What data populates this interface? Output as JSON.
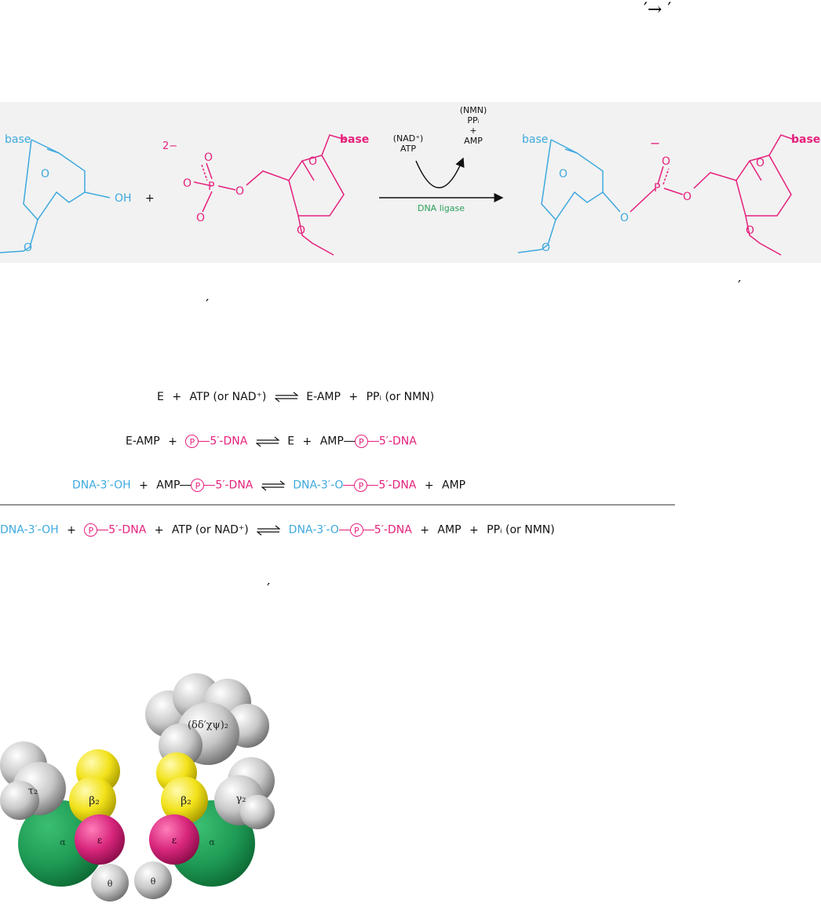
{
  "header": {
    "arrow_text": "′→ ′"
  },
  "figure1": {
    "left_molecule": {
      "base": "base",
      "oh": "OH",
      "ring_o": "O",
      "o_bottom": "O"
    },
    "plus": "+",
    "phosphate": {
      "charge": "2−",
      "p": "P",
      "o1": "O",
      "o2": "O",
      "o3": "O",
      "o_link": "O"
    },
    "right_sugar": {
      "base": "base",
      "ring_o": "O",
      "o_bottom": "O"
    },
    "reaction": {
      "input_line1": "(NAD⁺)",
      "input_line2": "ATP",
      "output_line1": "(NMN)",
      "output_line2": "PPᵢ",
      "output_line3": "+",
      "output_line4": "AMP",
      "enzyme": "DNA ligase"
    },
    "product": {
      "base_left": "base",
      "base_right": "base",
      "charge": "−",
      "p": "P",
      "o_top": "O",
      "o_link_left": "O",
      "o_link_right": "O",
      "ring_o_left": "O",
      "ring_o_right": "O",
      "o_bottom_left": "O",
      "o_bottom_right": "O"
    }
  },
  "marks": {
    "m1": "′",
    "m2": "′",
    "m3": "′"
  },
  "equations": {
    "eq1": {
      "e": "E",
      "plus": "+",
      "atp": "ATP (or NAD⁺)",
      "eamp": "E-AMP",
      "plus2": "+",
      "ppi": "PPᵢ (or NMN)"
    },
    "eq2": {
      "eamp": "E-AMP",
      "plus": "+",
      "p": "P",
      "dna": "5′-DNA",
      "e": "E",
      "plus2": "+",
      "amp": "AMP",
      "p2": "P",
      "dna2": "5′-DNA"
    },
    "eq3": {
      "oh": "DNA-3′-OH",
      "plus": "+",
      "amp": "AMP",
      "p": "P",
      "dna": "5′-DNA",
      "prod_left": "DNA-3′-O",
      "p2": "P",
      "dna2": "5′-DNA",
      "plus2": "+",
      "amp2": "AMP"
    },
    "eq4": {
      "oh": "DNA-3′-OH",
      "plus": "+",
      "p": "P",
      "dna": "5′-DNA",
      "plus2": "+",
      "atp": "ATP (or NAD⁺)",
      "prod_left": "DNA-3′-O",
      "p2": "P",
      "dna2": "5′-DNA",
      "plus3": "+",
      "amp": "AMP",
      "plus4": "+",
      "ppi": "PPᵢ (or NMN)"
    }
  },
  "figure3": {
    "labels": {
      "delta": "(δδ′χψ)₂",
      "tau": "τ₂",
      "beta_left": "β₂",
      "beta_right": "β₂",
      "gamma": "γ₂",
      "alpha_left": "α",
      "alpha_right": "α",
      "eps_left": "ε",
      "eps_right": "ε",
      "theta_left": "θ",
      "theta_right": "θ"
    },
    "colors": {
      "grey": "#c8c8c8",
      "yellow": "#f2e21a",
      "green": "#1e9a54",
      "magenta": "#d8267d"
    }
  },
  "colors": {
    "blue": "#3fa9dd",
    "pink": "#e5207c",
    "green_text": "#2aa05a"
  }
}
